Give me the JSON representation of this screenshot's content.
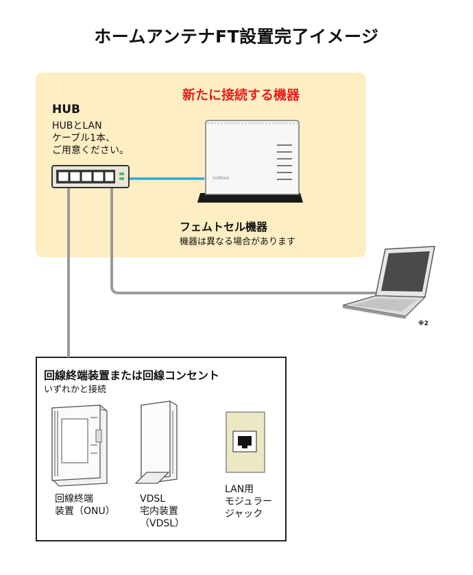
{
  "title": "ホームアンテナFT設置完了イメージ",
  "new_devices_label": "新たに接続する機器",
  "hub": {
    "title": "HUB",
    "note_lines": [
      "HUBとLAN",
      "ケーブル1本、",
      "ご用意ください。"
    ]
  },
  "femtocell": {
    "title": "フェムトセル機器",
    "note": "機器は異なる場合があります",
    "brand": "SoftBank"
  },
  "laptop_note": "※2",
  "line_section": {
    "title": "回線終端装置または回線コンセント",
    "subtitle": "いずれかと接続",
    "devices": [
      {
        "lines": [
          "回線終端",
          "装置（ONU）"
        ]
      },
      {
        "lines": [
          "VDSL",
          "宅内装置",
          "（VDSL）"
        ]
      },
      {
        "lines": [
          "LAN用",
          "モジュラー",
          "ジャック"
        ]
      }
    ]
  },
  "colors": {
    "panel": "#fdeec4",
    "accent_red": "#e8201d",
    "cable_blue": "#29a8e0",
    "cable_gray": "#9a9a9a"
  }
}
